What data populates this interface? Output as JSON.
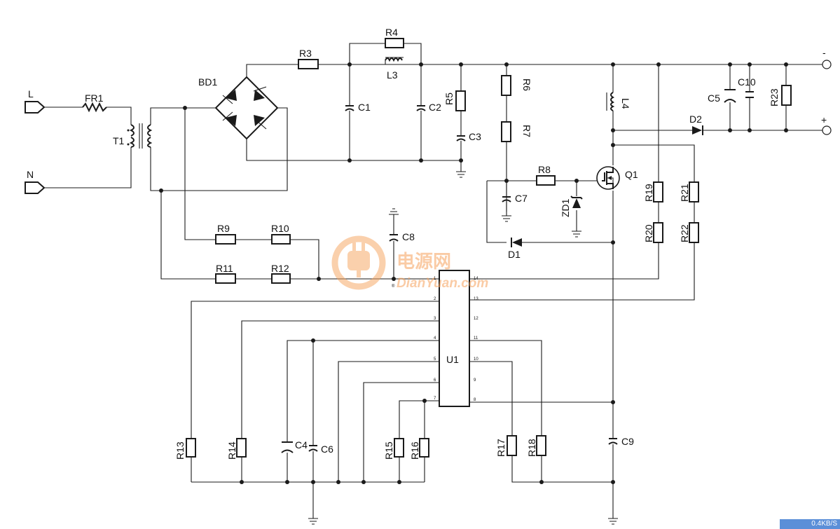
{
  "terminals": {
    "live": "L",
    "neutral": "N",
    "out_neg": "-",
    "out_pos": "+"
  },
  "components": {
    "fuse": "FR1",
    "transformer": "T1",
    "bridge": "BD1",
    "r3": "R3",
    "r4": "R4",
    "l3": "L3",
    "c1": "C1",
    "c2": "C2",
    "r5": "R5",
    "c3": "C3",
    "r6": "R6",
    "r7": "R7",
    "r8": "R8",
    "c7": "C7",
    "zd1": "ZD1",
    "d1": "D1",
    "q1": "Q1",
    "l4": "L4",
    "d2": "D2",
    "c5": "C5",
    "c10": "C10",
    "r23": "R23",
    "r19": "R19",
    "r20": "R20",
    "r21": "R21",
    "r22": "R22",
    "r9": "R9",
    "r10": "R10",
    "r11": "R11",
    "r12": "R12",
    "c8": "C8",
    "u1": "U1",
    "r13": "R13",
    "r14": "R14",
    "c4": "C4",
    "c6": "C6",
    "r15": "R15",
    "r16": "R16",
    "r17": "R17",
    "r18": "R18",
    "c9": "C9"
  },
  "ic_pins_left": [
    "1",
    "2",
    "3",
    "4",
    "5",
    "6",
    "7"
  ],
  "ic_pins_right": [
    "14",
    "13",
    "12",
    "11",
    "10",
    "9",
    "8"
  ],
  "watermark": {
    "cn": "电源网",
    "en": "DianYuan.com",
    "reg": "®"
  },
  "status": {
    "speed": "0.4KB/S"
  },
  "colors": {
    "wire": "#1a1a1a",
    "watermark": "#f6a25c",
    "status_bar": "#5b8fd8"
  }
}
